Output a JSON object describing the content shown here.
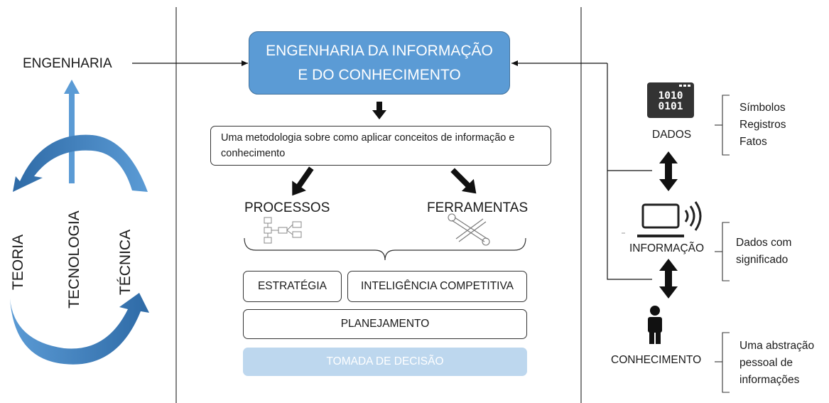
{
  "left": {
    "engenharia": "ENGENHARIA",
    "teoria": "TEORIA",
    "tecnologia": "TECNOLOGIA",
    "tecnica": "TÉCNICA"
  },
  "center": {
    "main_title_line1": "ENGENHARIA DA INFORMAÇÃO",
    "main_title_line2": "E DO CONHECIMENTO",
    "methodology": "Uma metodologia sobre como aplicar conceitos de informação e conhecimento",
    "processos": "PROCESSOS",
    "ferramentas": "FERRAMENTAS",
    "estrategia": "ESTRATÉGIA",
    "inteligencia": "INTELIGÊNCIA COMPETITIVA",
    "planejamento": "PLANEJAMENTO",
    "tomada": "TOMADA DE DECISÃO"
  },
  "right": {
    "dados": "DADOS",
    "dados_icon_text_line1": "1010",
    "dados_icon_text_line2": "0101",
    "dados_notes": [
      "Símbolos",
      "Registros",
      "Fatos"
    ],
    "informacao": "INFORMAÇÃO",
    "informacao_notes": [
      "Dados com",
      "significado"
    ],
    "conhecimento": "CONHECIMENTO",
    "conhecimento_notes": [
      "Uma abstração",
      "pessoal de",
      "informações"
    ]
  },
  "colors": {
    "main_fill": "#5b9bd5",
    "main_border": "#41719c",
    "tomada_fill": "#bdd7ee",
    "tomada_text": "#ffffff",
    "arrow_blue": "#5b9bd5"
  },
  "icons": [
    "binary-window-icon",
    "laptop-signal-icon",
    "person-icon",
    "flowchart-icon",
    "tools-icon"
  ]
}
